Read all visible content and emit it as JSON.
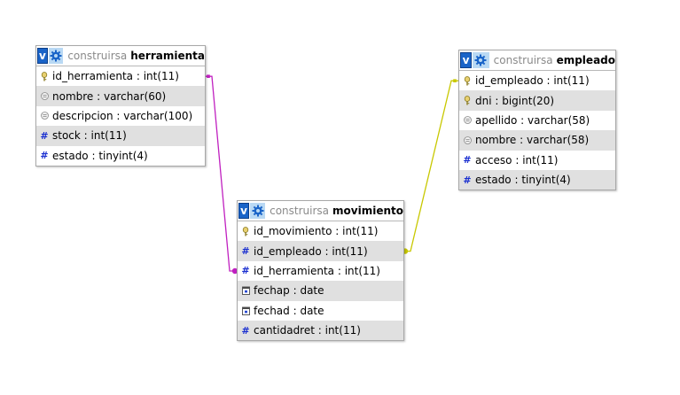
{
  "tables": [
    {
      "id": "herramienta",
      "database": "construirsa",
      "name": "herramienta",
      "toggle_label": "v",
      "fields": [
        {
          "text": "id_herramienta : int(11)",
          "icon": "key-icon"
        },
        {
          "text": "nombre : varchar(60)",
          "icon": "text-field-icon"
        },
        {
          "text": "descripcion : varchar(100)",
          "icon": "text-field-icon"
        },
        {
          "text": "stock : int(11)",
          "icon": "hash-icon"
        },
        {
          "text": "estado : tinyint(4)",
          "icon": "hash-icon"
        }
      ]
    },
    {
      "id": "movimiento",
      "database": "construirsa",
      "name": "movimiento",
      "toggle_label": "v",
      "fields": [
        {
          "text": "id_movimiento : int(11)",
          "icon": "key-icon"
        },
        {
          "text": "id_empleado : int(11)",
          "icon": "hash-icon"
        },
        {
          "text": "id_herramienta : int(11)",
          "icon": "hash-icon"
        },
        {
          "text": "fechap : date",
          "icon": "date-icon"
        },
        {
          "text": "fechad : date",
          "icon": "date-icon"
        },
        {
          "text": "cantidadret : int(11)",
          "icon": "hash-icon"
        }
      ]
    },
    {
      "id": "empleado",
      "database": "construirsa",
      "name": "empleado",
      "toggle_label": "v",
      "fields": [
        {
          "text": "id_empleado : int(11)",
          "icon": "key-icon"
        },
        {
          "text": "dni : bigint(20)",
          "icon": "key-icon"
        },
        {
          "text": "apellido : varchar(58)",
          "icon": "text-field-icon"
        },
        {
          "text": "nombre : varchar(58)",
          "icon": "text-field-icon"
        },
        {
          "text": "acceso : int(11)",
          "icon": "hash-icon"
        },
        {
          "text": "estado : tinyint(4)",
          "icon": "hash-icon"
        }
      ]
    }
  ],
  "relations": [
    {
      "from_table": "movimiento",
      "from_field": 2,
      "to_table": "herramienta",
      "to_field": 0,
      "color": "#c020c0"
    },
    {
      "from_table": "movimiento",
      "from_field": 1,
      "to_table": "empleado",
      "to_field": 0,
      "color": "#c8c800"
    }
  ]
}
